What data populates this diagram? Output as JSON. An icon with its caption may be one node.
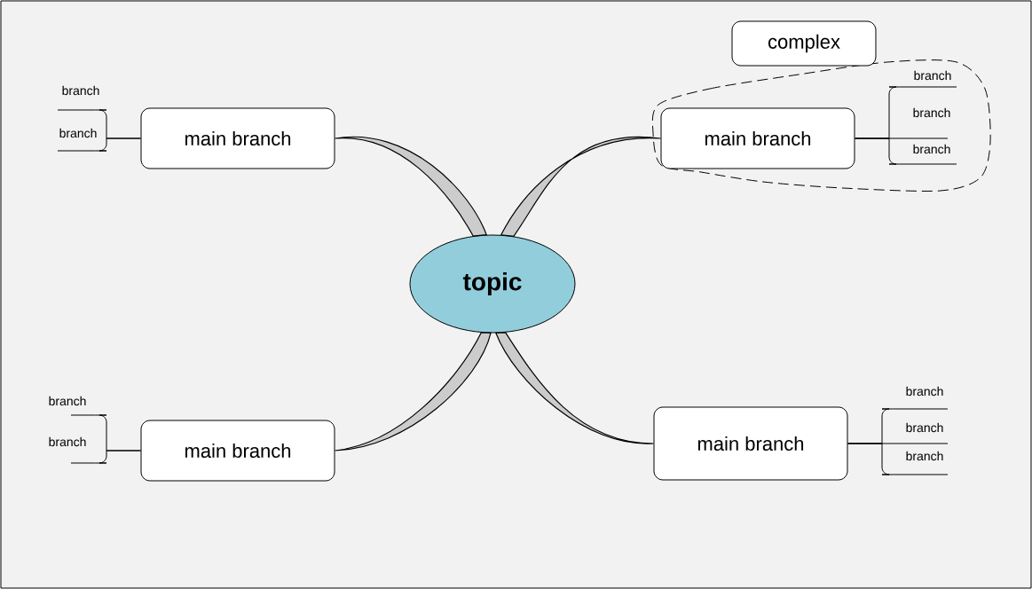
{
  "diagram": {
    "nodes": [
      {
        "text": [
          "topic"
        ]
      },
      {
        "text": [
          "main branch"
        ]
      },
      {
        "text": [
          "main branch"
        ]
      },
      {
        "text": [
          "main branch"
        ]
      },
      {
        "text": [
          "main branch"
        ]
      },
      {
        "text": [
          "complex"
        ]
      },
      {
        "text": [
          "branch"
        ]
      },
      {
        "text": [
          "branch"
        ]
      },
      {
        "text": [
          "branch"
        ]
      },
      {
        "text": [
          "branch"
        ]
      },
      {
        "text": [
          "branch"
        ]
      },
      {
        "text": [
          "branch"
        ]
      },
      {
        "text": [
          "branch"
        ]
      },
      {
        "text": [
          "branch"
        ]
      },
      {
        "text": [
          "branch"
        ]
      },
      {
        "text": [
          "branch"
        ]
      }
    ],
    "edges": [
      {
        "from": 0,
        "to": 1,
        "arrow": "none",
        "style": "thick"
      },
      {
        "from": 0,
        "to": 2,
        "arrow": "none",
        "style": "thick"
      },
      {
        "from": 0,
        "to": 3,
        "arrow": "none",
        "style": "thick"
      },
      {
        "from": 0,
        "to": 4,
        "arrow": "none",
        "style": "thick"
      },
      {
        "from": 1,
        "to": 6,
        "arrow": "none"
      },
      {
        "from": 1,
        "to": 7,
        "arrow": "none"
      },
      {
        "from": 2,
        "to": 8,
        "arrow": "none"
      },
      {
        "from": 2,
        "to": 9,
        "arrow": "none"
      },
      {
        "from": 2,
        "to": 10,
        "arrow": "none"
      },
      {
        "from": 3,
        "to": 11,
        "arrow": "none"
      },
      {
        "from": 3,
        "to": 12,
        "arrow": "none"
      },
      {
        "from": 4,
        "to": 13,
        "arrow": "none"
      },
      {
        "from": 4,
        "to": 14,
        "arrow": "none"
      },
      {
        "from": 4,
        "to": 15,
        "arrow": "none"
      }
    ]
  }
}
